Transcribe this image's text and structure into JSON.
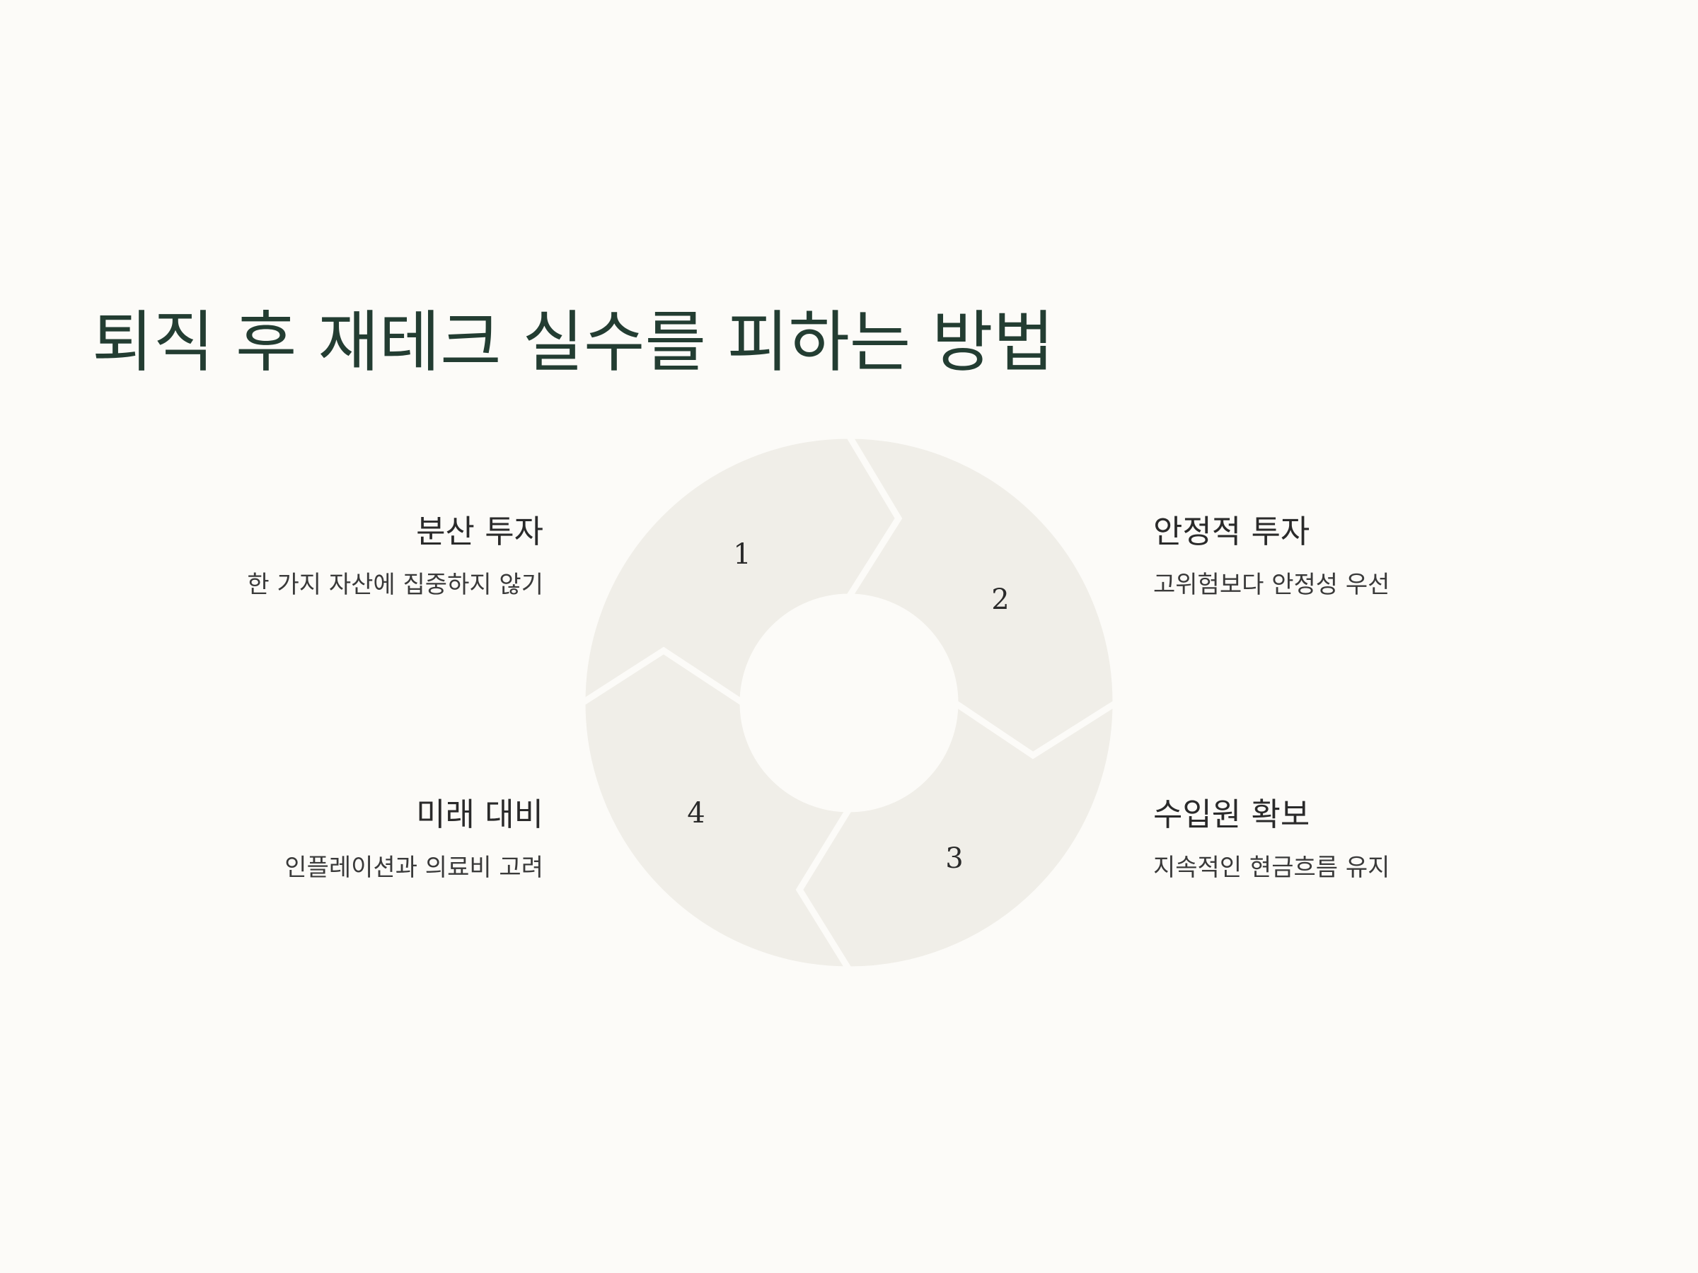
{
  "title": "퇴직 후 재테크 실수를 피하는 방법",
  "steps": [
    {
      "number": "1",
      "title": "분산 투자",
      "description": "한 가지 자산에 집중하지 않기"
    },
    {
      "number": "2",
      "title": "안정적 투자",
      "description": "고위험보다 안정성 우선"
    },
    {
      "number": "3",
      "title": "수입원 확보",
      "description": "지속적인 현금흐름 유지"
    },
    {
      "number": "4",
      "title": "미래 대비",
      "description": "인플레이션과 의료비 고려"
    }
  ],
  "colors": {
    "background": "#fcfbf8",
    "title": "#233d32",
    "segment": "#f0eee8",
    "text": "#2a2a2a"
  }
}
